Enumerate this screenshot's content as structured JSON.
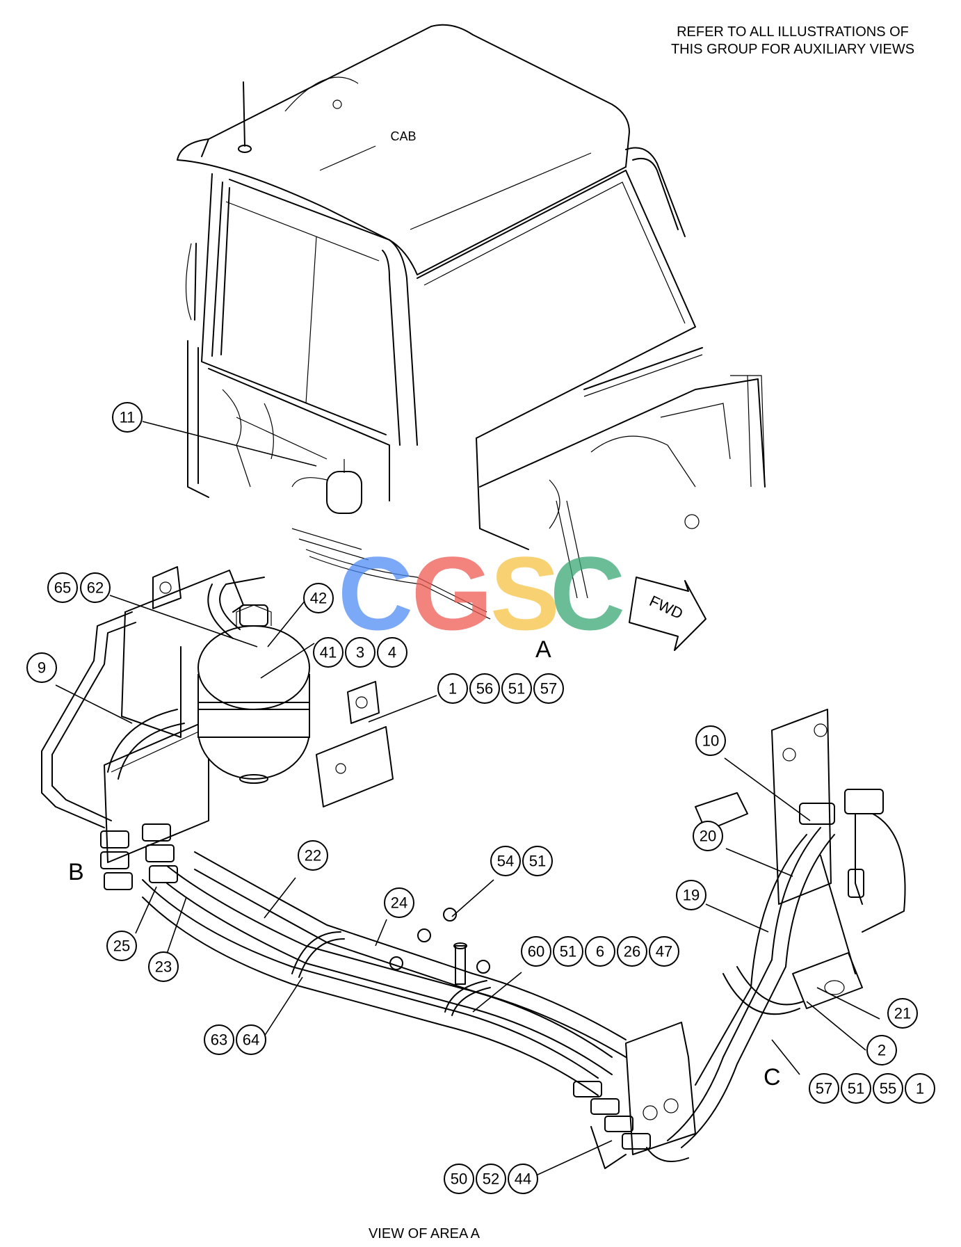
{
  "note": {
    "line1": "REFER TO ALL ILLUSTRATIONS OF",
    "line2": "THIS GROUP FOR AUXILIARY VIEWS"
  },
  "labels": {
    "cab": "CAB",
    "fwd": "FWD",
    "view_a": "A",
    "view_b": "B",
    "view_c": "C",
    "view_caption": "VIEW OF AREA A"
  },
  "watermark": {
    "letters": [
      "C",
      "G",
      "S",
      "C"
    ],
    "colors": [
      "#4f8df5",
      "#ee5a52",
      "#f6c343",
      "#3aa876"
    ]
  },
  "callouts": {
    "c11": "11",
    "c65": "65",
    "c62": "62",
    "c42": "42",
    "c41": "41",
    "c3": "3",
    "c4": "4",
    "c9": "9",
    "c1a": "1",
    "c56": "56",
    "c51a": "51",
    "c57a": "57",
    "c10": "10",
    "c20": "20",
    "c19": "19",
    "c22": "22",
    "c54": "54",
    "c51b": "51",
    "c24": "24",
    "c25": "25",
    "c23": "23",
    "c60": "60",
    "c51c": "51",
    "c6": "6",
    "c26": "26",
    "c47": "47",
    "c21": "21",
    "c2": "2",
    "c63": "63",
    "c64": "64",
    "c57b": "57",
    "c51d": "51",
    "c55": "55",
    "c1b": "1",
    "c50": "50",
    "c52": "52",
    "c44": "44"
  }
}
